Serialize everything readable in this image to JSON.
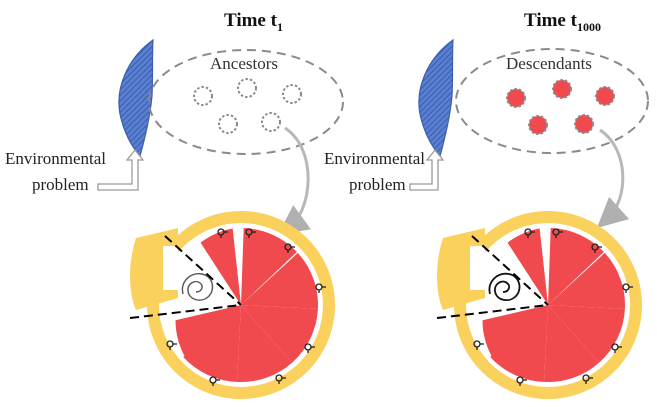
{
  "panels": [
    {
      "title_main": "Time t",
      "title_sub": "1",
      "group_label": "Ancestors",
      "problem_line1": "Environmental",
      "problem_line2": "problem",
      "cell_state": "empty"
    },
    {
      "title_main": "Time t",
      "title_sub": "1000",
      "group_label": "Descendants",
      "problem_line1": "Environmental",
      "problem_line2": "problem",
      "cell_state": "filled"
    }
  ],
  "colors": {
    "blue_shape": "#4a72c4",
    "cell_fill": "#f04a4e",
    "ring": "#fbd15e",
    "dashed_outline": "#808080",
    "arrow": "#b8b8b8"
  },
  "icons": [
    "spiral-icon",
    "bacteriophage-icon"
  ]
}
